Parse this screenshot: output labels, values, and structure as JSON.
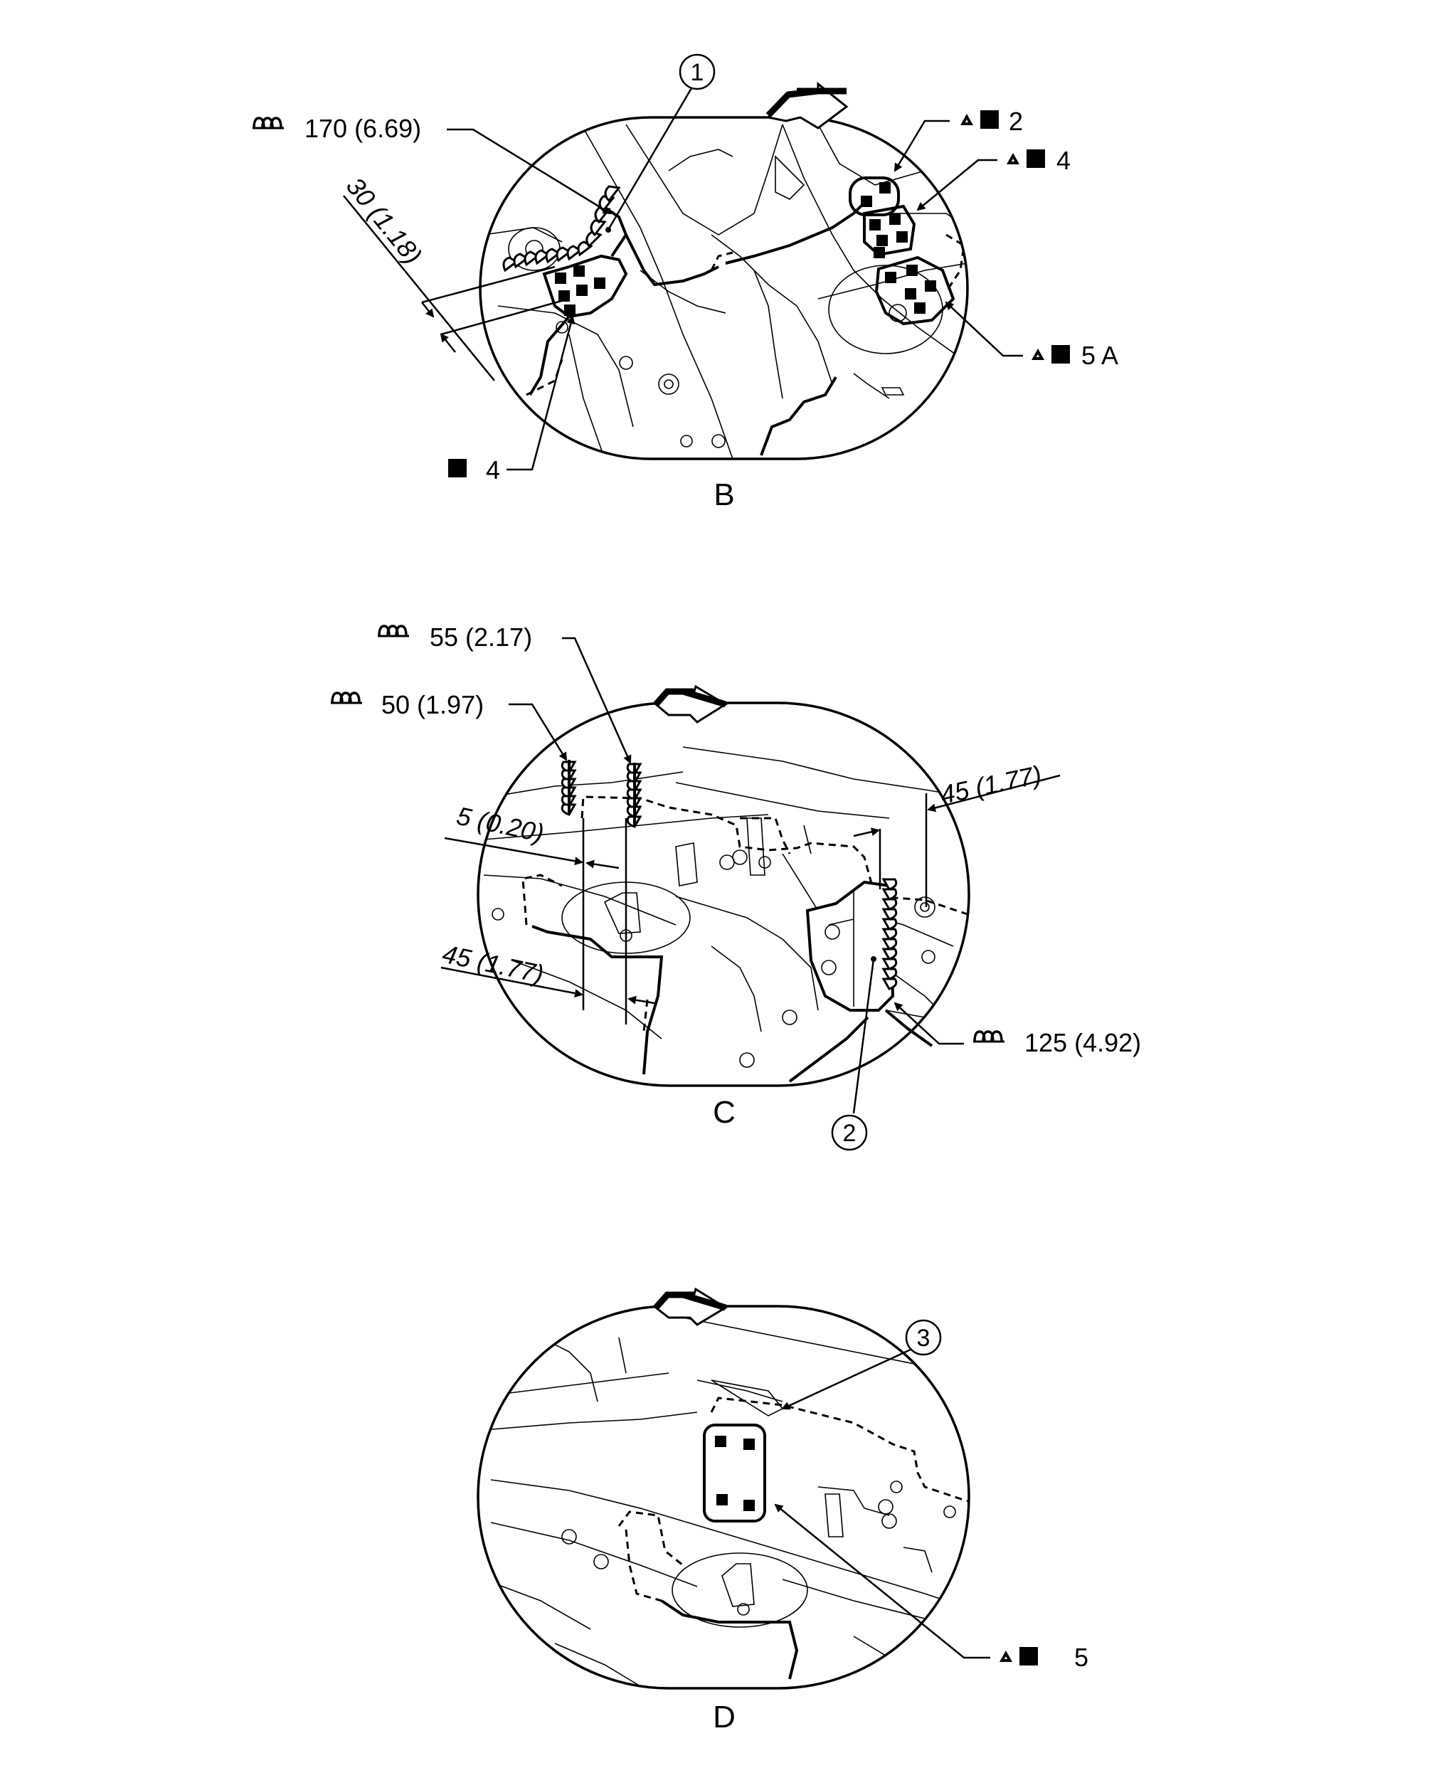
{
  "view_b": {
    "view_letter": "B",
    "callout_1": "1",
    "weld_label": "170 (6.69)",
    "dim_label": "30 (1.18)",
    "sym_2": "2",
    "sym_4_right": "4",
    "sym_5a": "5 A",
    "sym_4_left": "4"
  },
  "view_c": {
    "view_letter": "C",
    "callout_2": "2",
    "weld_55": "55 (2.17)",
    "weld_50": "50 (1.97)",
    "dim_5": "5 (0.20)",
    "dim_45_right": "45 (1.77)",
    "dim_45_left": "45 (1.77)",
    "weld_125": "125 (4.92)"
  },
  "view_d": {
    "view_letter": "D",
    "callout_3": "3",
    "sym_5": "5"
  }
}
